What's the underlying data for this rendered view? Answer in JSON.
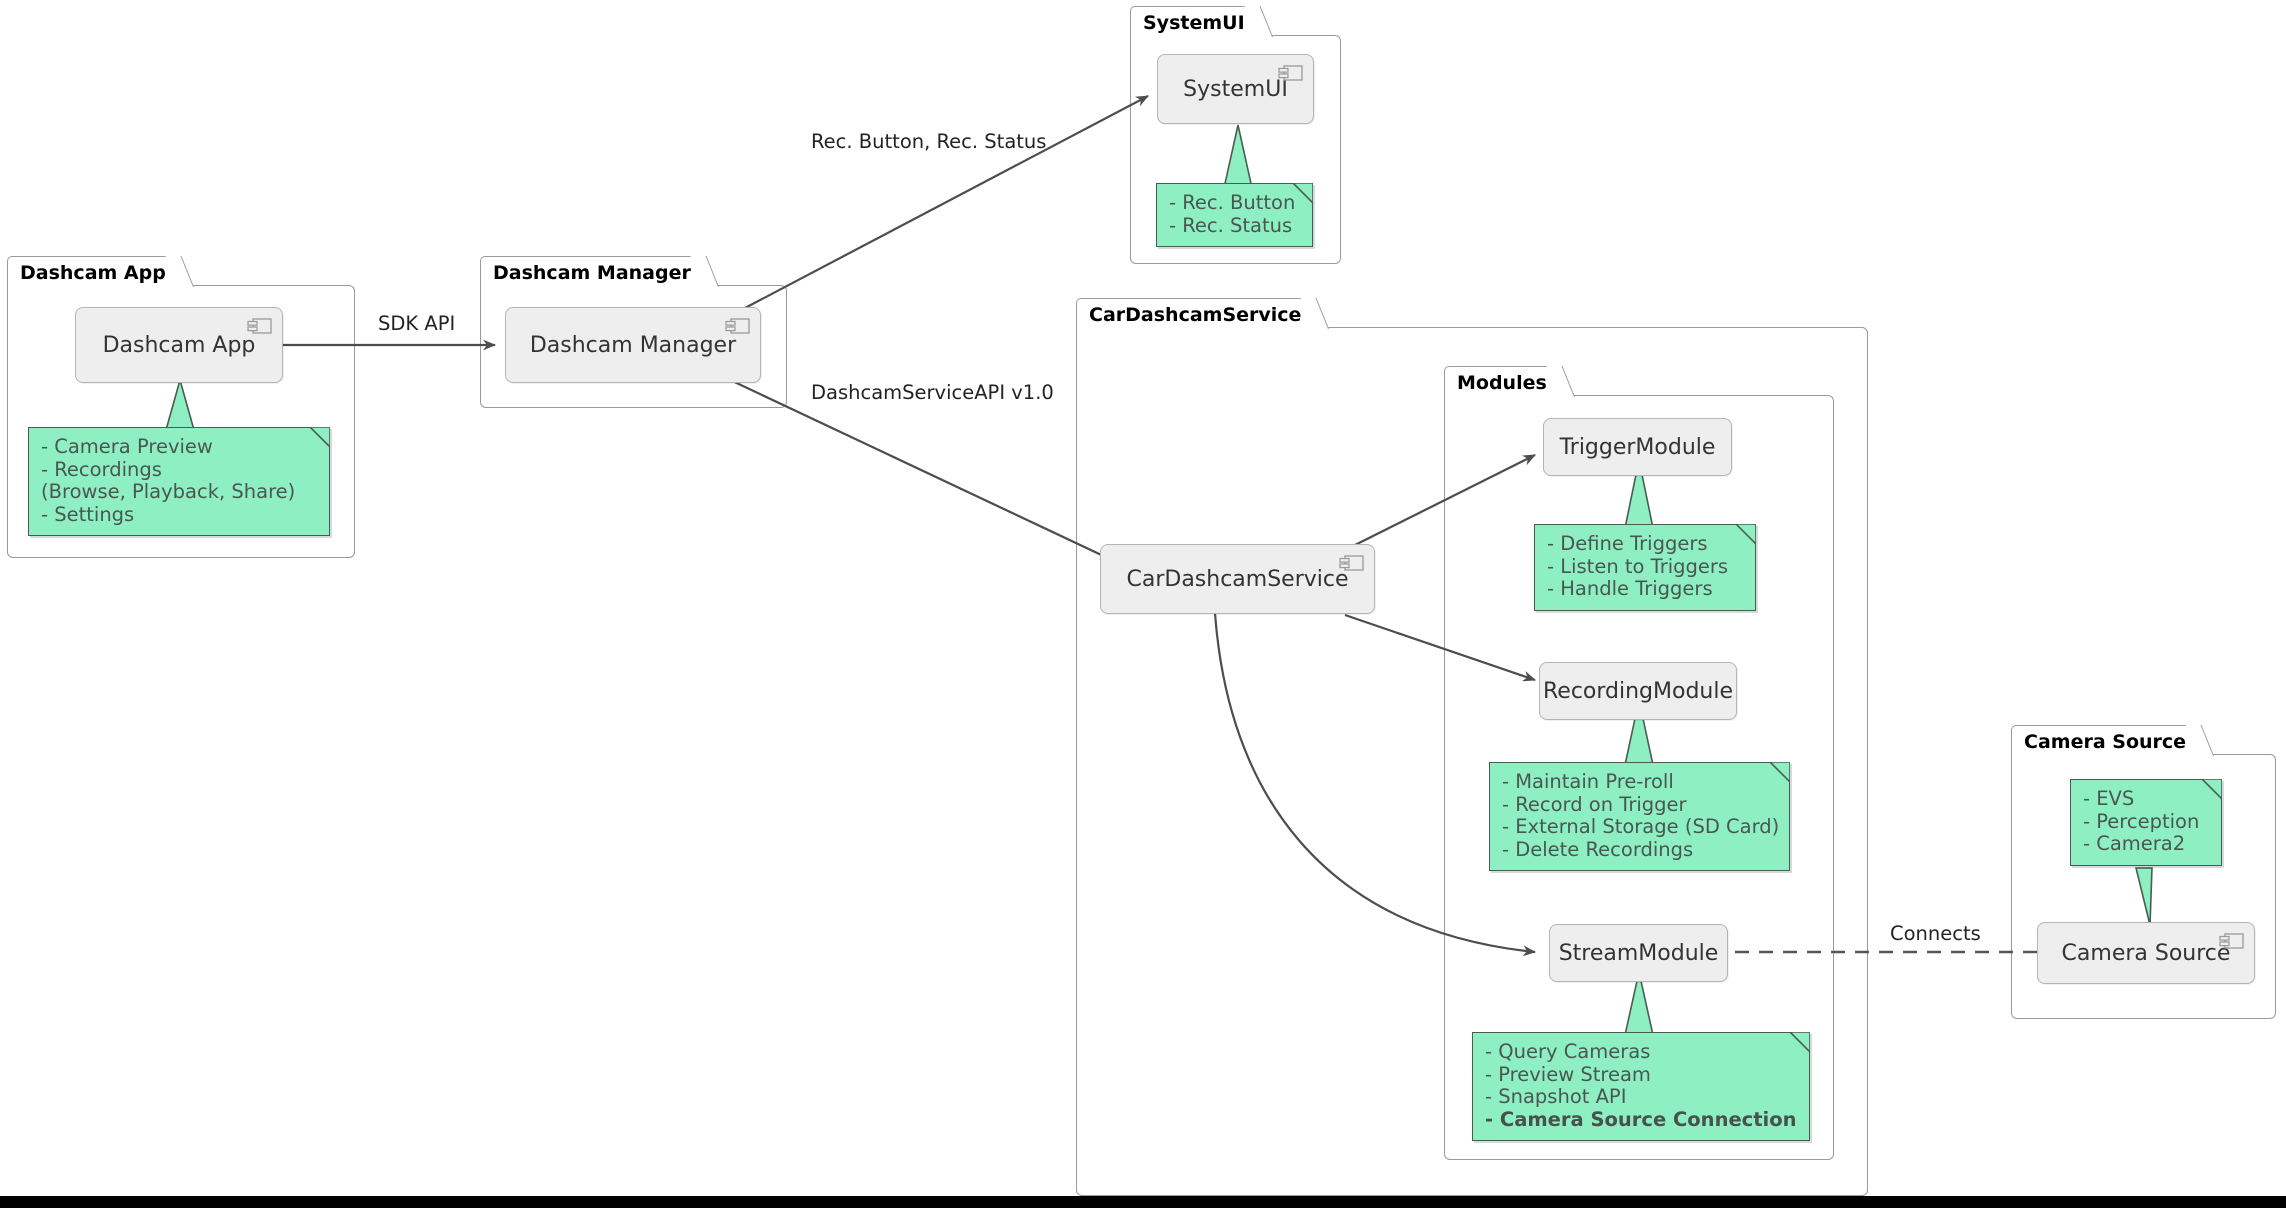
{
  "diagram": {
    "type": "uml-component-diagram",
    "background_color": "#ffffff",
    "component_fill": "#eeeeee",
    "note_fill": "#8EEFC3",
    "note_border": "#4a5c52",
    "package_border": "#9a9a9a",
    "line_color": "#4d4d4d"
  },
  "packages": {
    "dashcam_app": {
      "title": "Dashcam App"
    },
    "dashcam_manager": {
      "title": "Dashcam Manager"
    },
    "system_ui": {
      "title": "SystemUI"
    },
    "car_dashcam_service": {
      "title": "CarDashcamService"
    },
    "modules": {
      "title": "Modules"
    },
    "camera_source": {
      "title": "Camera Source"
    }
  },
  "components": {
    "dashcam_app": {
      "label": "Dashcam App",
      "icon": "component-icon"
    },
    "dashcam_manager": {
      "label": "Dashcam Manager",
      "icon": "component-icon"
    },
    "system_ui": {
      "label": "SystemUI",
      "icon": "component-icon"
    },
    "car_dashcam_service": {
      "label": "CarDashcamService",
      "icon": "component-icon"
    },
    "trigger_module": {
      "label": "TriggerModule"
    },
    "recording_module": {
      "label": "RecordingModule"
    },
    "stream_module": {
      "label": "StreamModule"
    },
    "camera_source": {
      "label": "Camera Source",
      "icon": "component-icon"
    }
  },
  "notes": {
    "dashcam_app": {
      "lines": [
        {
          "text": "- Camera Preview",
          "bold": false
        },
        {
          "text": "- Recordings",
          "bold": false
        },
        {
          "text": "  (Browse, Playback, Share)",
          "bold": false
        },
        {
          "text": "- Settings",
          "bold": false
        }
      ]
    },
    "system_ui": {
      "lines": [
        {
          "text": "- Rec. Button",
          "bold": false
        },
        {
          "text": "- Rec. Status",
          "bold": false
        }
      ]
    },
    "trigger_module": {
      "lines": [
        {
          "text": "- Define Triggers",
          "bold": false
        },
        {
          "text": "- Listen to Triggers",
          "bold": false
        },
        {
          "text": "- Handle Triggers",
          "bold": false
        }
      ]
    },
    "recording_module": {
      "lines": [
        {
          "text": "- Maintain Pre-roll",
          "bold": false
        },
        {
          "text": "- Record on Trigger",
          "bold": false
        },
        {
          "text": "- External Storage (SD Card)",
          "bold": false
        },
        {
          "text": "- Delete Recordings",
          "bold": false
        }
      ]
    },
    "stream_module": {
      "lines": [
        {
          "text": "- Query Cameras",
          "bold": false
        },
        {
          "text": "- Preview Stream",
          "bold": false
        },
        {
          "text": "- Snapshot API",
          "bold": false
        },
        {
          "text": "- Camera Source Connection",
          "bold": true
        }
      ]
    },
    "camera_source": {
      "lines": [
        {
          "text": "- EVS",
          "bold": false
        },
        {
          "text": "- Perception",
          "bold": false
        },
        {
          "text": "- Camera2",
          "bold": false
        }
      ]
    }
  },
  "edges": {
    "sdk_api": {
      "label": "SDK API",
      "from": "Dashcam App",
      "to": "Dashcam Manager",
      "style": "solid-arrow"
    },
    "rec_button_status": {
      "label": "Rec. Button, Rec. Status",
      "from": "Dashcam Manager",
      "to": "SystemUI",
      "style": "solid-arrow"
    },
    "dashcam_service_api": {
      "label": "DashcamServiceAPI v1.0",
      "from": "Dashcam Manager",
      "to": "CarDashcamService",
      "style": "solid-arrow"
    },
    "to_trigger": {
      "label": "",
      "from": "CarDashcamService",
      "to": "TriggerModule",
      "style": "solid-arrow"
    },
    "to_recording": {
      "label": "",
      "from": "CarDashcamService",
      "to": "RecordingModule",
      "style": "solid-arrow"
    },
    "to_stream": {
      "label": "",
      "from": "CarDashcamService",
      "to": "StreamModule",
      "style": "solid-arrow-curved"
    },
    "connects": {
      "label": "Connects",
      "from": "StreamModule",
      "to": "Camera Source",
      "style": "dashed"
    }
  }
}
